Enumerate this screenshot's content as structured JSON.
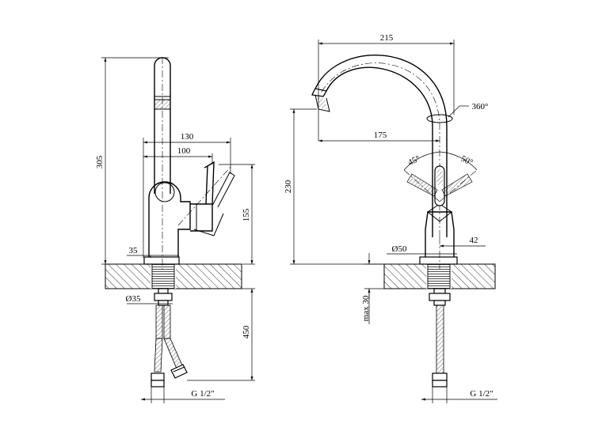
{
  "drawing": {
    "side_view": {
      "dim_height_total": "305",
      "dim_reach_lever": "130",
      "dim_reach_body": "100",
      "dim_lever_height": "155",
      "dim_base_width": "35",
      "dim_hole_diameter": "Ø35",
      "dim_hose_length": "450",
      "thread_label": "G 1/2\""
    },
    "front_view": {
      "dim_width_total": "215",
      "dim_spout_reach": "175",
      "dim_spout_height": "230",
      "dim_rotation": "360°",
      "dim_angle_left": "45°",
      "dim_angle_right": "50°",
      "dim_base_diameter": "Ø50",
      "dim_base_offset": "42",
      "dim_max_thickness": "max 30",
      "thread_label": "G 1/2\""
    }
  }
}
